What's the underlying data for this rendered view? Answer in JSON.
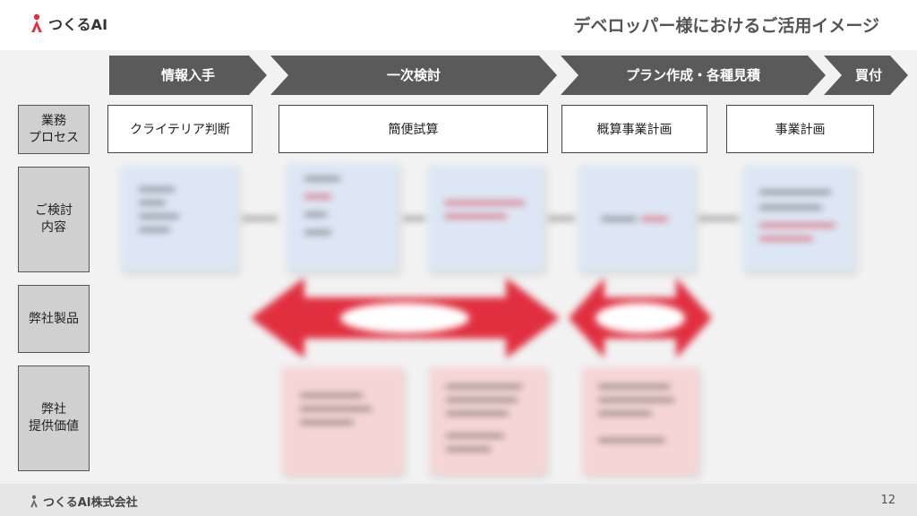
{
  "header": {
    "logo_text": "つくるAI",
    "title": "デベロッパー様におけるご活用イメージ"
  },
  "phases": [
    {
      "label": "情報入手"
    },
    {
      "label": "一次検討"
    },
    {
      "label": "プラン作成・各種見積"
    },
    {
      "label": "買付"
    }
  ],
  "rows": [
    {
      "label": "業務\nプロセス"
    },
    {
      "label": "ご検討\n内容"
    },
    {
      "label": "弊社製品"
    },
    {
      "label": "弊社\n提供価値"
    }
  ],
  "process_steps": [
    {
      "label": "クライテリア判断"
    },
    {
      "label": "簡便試算"
    },
    {
      "label": "概算事業計画"
    },
    {
      "label": "事業計画"
    }
  ],
  "colors": {
    "phase_arrow": "#5a5a5a",
    "product_arrow": "#e03040",
    "card_blue": "#dce6f4",
    "card_pink": "#f6d5d5"
  },
  "footer": {
    "company": "つくるAI株式会社",
    "page_number": "12"
  }
}
